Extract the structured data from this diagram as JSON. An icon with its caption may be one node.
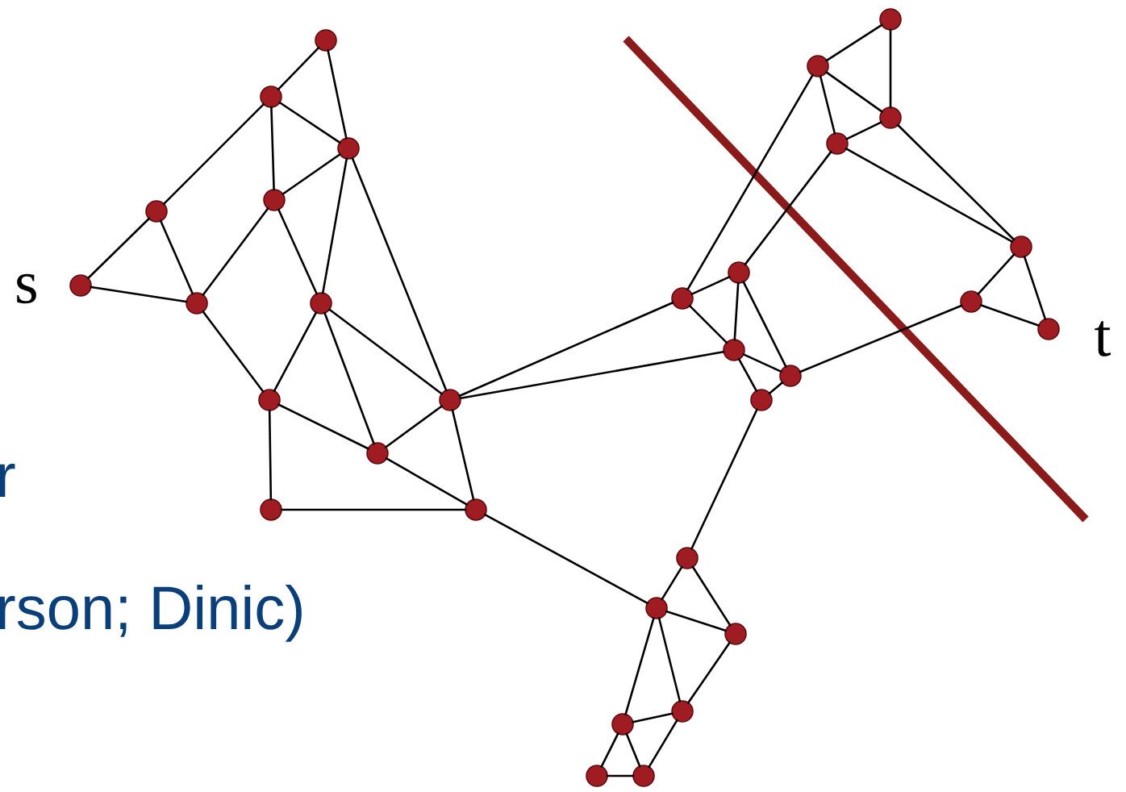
{
  "diagram": {
    "nodes": [
      {
        "text": [],
        "shape": "circle"
      },
      {
        "text": [],
        "shape": "circle"
      },
      {
        "text": [],
        "shape": "circle"
      },
      {
        "text": [],
        "shape": "circle"
      },
      {
        "text": [],
        "shape": "circle"
      },
      {
        "text": [],
        "shape": "circle",
        "beside": [
          "s"
        ]
      },
      {
        "text": [],
        "shape": "circle"
      },
      {
        "text": [],
        "shape": "circle"
      },
      {
        "text": [],
        "shape": "circle"
      },
      {
        "text": [],
        "shape": "circle"
      },
      {
        "text": [],
        "shape": "circle"
      },
      {
        "text": [],
        "shape": "circle"
      },
      {
        "text": [],
        "shape": "circle"
      },
      {
        "text": [],
        "shape": "circle"
      },
      {
        "text": [],
        "shape": "circle"
      },
      {
        "text": [],
        "shape": "circle"
      },
      {
        "text": [],
        "shape": "circle"
      },
      {
        "text": [],
        "shape": "circle"
      },
      {
        "text": [],
        "shape": "circle"
      },
      {
        "text": [],
        "shape": "circle"
      },
      {
        "text": [],
        "shape": "circle"
      },
      {
        "text": [],
        "shape": "circle",
        "beside": [
          "t"
        ]
      },
      {
        "text": [],
        "shape": "circle"
      },
      {
        "text": [],
        "shape": "circle"
      },
      {
        "text": [],
        "shape": "circle"
      },
      {
        "text": [],
        "shape": "circle"
      },
      {
        "text": [],
        "shape": "circle"
      },
      {
        "text": [],
        "shape": "circle"
      },
      {
        "text": [],
        "shape": "circle"
      },
      {
        "text": [],
        "shape": "circle"
      },
      {
        "text": [],
        "shape": "circle"
      },
      {
        "text": [],
        "shape": "circle"
      }
    ],
    "edges": [
      {
        "from": 0,
        "to": 1,
        "arrow": "none"
      },
      {
        "from": 0,
        "to": 2,
        "arrow": "none"
      },
      {
        "from": 1,
        "to": 2,
        "arrow": "none"
      },
      {
        "from": 1,
        "to": 4,
        "arrow": "none"
      },
      {
        "from": 1,
        "to": 3,
        "arrow": "none"
      },
      {
        "from": 3,
        "to": 5,
        "arrow": "none"
      },
      {
        "from": 3,
        "to": 6,
        "arrow": "none"
      },
      {
        "from": 5,
        "to": 6,
        "arrow": "none"
      },
      {
        "from": 4,
        "to": 2,
        "arrow": "none"
      },
      {
        "from": 4,
        "to": 6,
        "arrow": "none"
      },
      {
        "from": 4,
        "to": 7,
        "arrow": "none"
      },
      {
        "from": 2,
        "to": 7,
        "arrow": "none"
      },
      {
        "from": 2,
        "to": 9,
        "arrow": "none"
      },
      {
        "from": 6,
        "to": 8,
        "arrow": "none"
      },
      {
        "from": 7,
        "to": 8,
        "arrow": "none"
      },
      {
        "from": 7,
        "to": 10,
        "arrow": "none"
      },
      {
        "from": 7,
        "to": 9,
        "arrow": "none"
      },
      {
        "from": 8,
        "to": 10,
        "arrow": "none"
      },
      {
        "from": 8,
        "to": 11,
        "arrow": "none"
      },
      {
        "from": 10,
        "to": 9,
        "arrow": "none"
      },
      {
        "from": 10,
        "to": 12,
        "arrow": "none"
      },
      {
        "from": 11,
        "to": 12,
        "arrow": "none"
      },
      {
        "from": 9,
        "to": 12,
        "arrow": "none"
      },
      {
        "from": 9,
        "to": 19,
        "arrow": "none"
      },
      {
        "from": 9,
        "to": 22,
        "arrow": "none"
      },
      {
        "from": 12,
        "to": 26,
        "arrow": "none"
      },
      {
        "from": 24,
        "to": 25,
        "arrow": "none"
      },
      {
        "from": 13,
        "to": 14,
        "arrow": "none"
      },
      {
        "from": 13,
        "to": 15,
        "arrow": "none"
      },
      {
        "from": 14,
        "to": 15,
        "arrow": "none"
      },
      {
        "from": 14,
        "to": 16,
        "arrow": "none"
      },
      {
        "from": 16,
        "to": 15,
        "arrow": "none"
      },
      {
        "from": 14,
        "to": 19,
        "arrow": "none"
      },
      {
        "from": 16,
        "to": 18,
        "arrow": "none"
      },
      {
        "from": 16,
        "to": 17,
        "arrow": "none"
      },
      {
        "from": 15,
        "to": 17,
        "arrow": "none"
      },
      {
        "from": 17,
        "to": 20,
        "arrow": "none"
      },
      {
        "from": 17,
        "to": 21,
        "arrow": "none"
      },
      {
        "from": 20,
        "to": 21,
        "arrow": "none"
      },
      {
        "from": 20,
        "to": 23,
        "arrow": "none"
      },
      {
        "from": 19,
        "to": 18,
        "arrow": "none"
      },
      {
        "from": 19,
        "to": 22,
        "arrow": "none"
      },
      {
        "from": 18,
        "to": 22,
        "arrow": "none"
      },
      {
        "from": 18,
        "to": 23,
        "arrow": "none"
      },
      {
        "from": 22,
        "to": 23,
        "arrow": "none"
      },
      {
        "from": 22,
        "to": 24,
        "arrow": "none"
      },
      {
        "from": 24,
        "to": 23,
        "arrow": "none"
      },
      {
        "from": 25,
        "to": 26,
        "arrow": "none"
      },
      {
        "from": 25,
        "to": 27,
        "arrow": "none"
      },
      {
        "from": 26,
        "to": 27,
        "arrow": "none"
      },
      {
        "from": 26,
        "to": 29,
        "arrow": "none"
      },
      {
        "from": 26,
        "to": 28,
        "arrow": "none"
      },
      {
        "from": 27,
        "to": 28,
        "arrow": "none"
      },
      {
        "from": 29,
        "to": 28,
        "arrow": "none"
      },
      {
        "from": 29,
        "to": 30,
        "arrow": "none"
      },
      {
        "from": 29,
        "to": 31,
        "arrow": "none"
      },
      {
        "from": 30,
        "to": 31,
        "arrow": "none"
      },
      {
        "from": 31,
        "to": 28,
        "arrow": "none"
      }
    ],
    "labels": [
      "r",
      "rson; Dinic)"
    ]
  }
}
